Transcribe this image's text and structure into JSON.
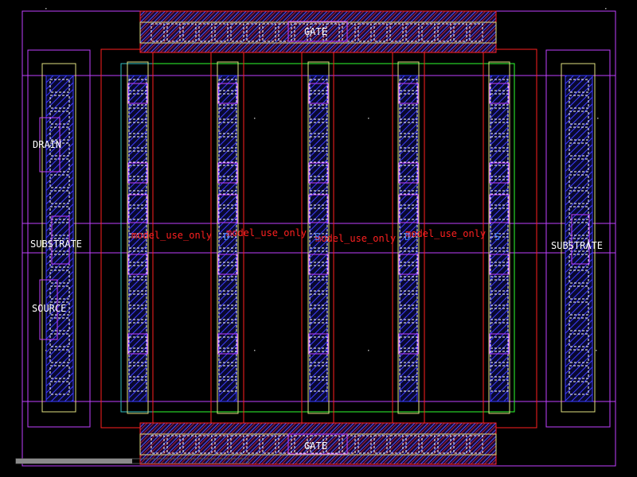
{
  "labels": {
    "gate": "GATE",
    "drain": "DRAIN",
    "source": "SOURCE",
    "substrate": "SUBSTRATE",
    "model_use": "model_use_only",
    "terminal_d": "D",
    "terminal_s": "S"
  },
  "colors": {
    "background": "#000000",
    "metal1": "#3c3cff",
    "contact": "#ffffff",
    "poly": "#ff2020",
    "active": "#30ff30",
    "implant": "#c040ff",
    "nwell_hatch": "#ff3030",
    "implant_text": "#ff2020",
    "terminal_text": "#4080ff",
    "scrollbar": "#8a8a8a"
  },
  "layers": [
    "metal1-hatch",
    "contact-outline",
    "poly",
    "active",
    "implant-boundary"
  ],
  "fingers": 5
}
